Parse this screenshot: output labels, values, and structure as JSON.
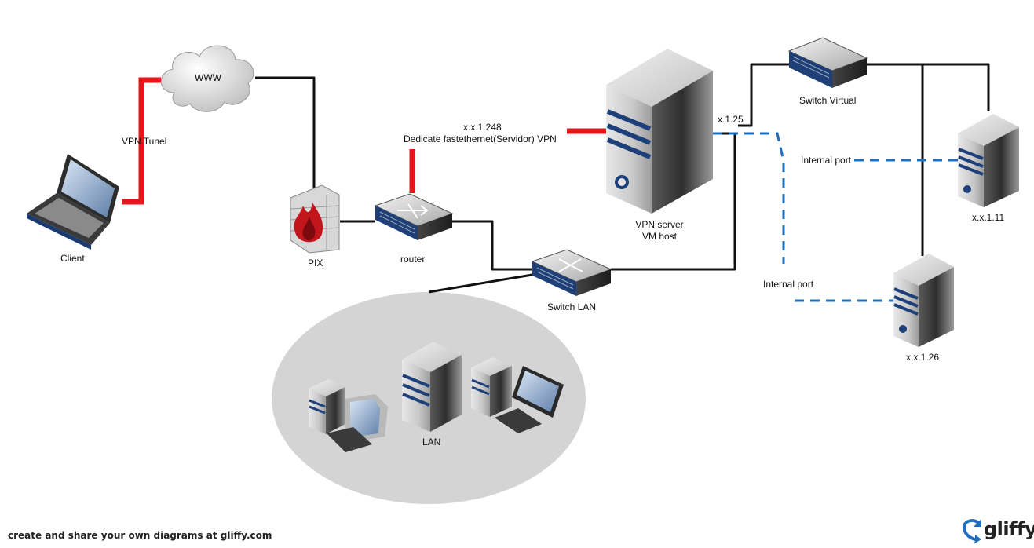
{
  "labels": {
    "www": "WWW",
    "vpn_tunel": "VPN Tunel",
    "client": "Client",
    "pix": "PIX",
    "router": "router",
    "ip_248": "x.x.1.248",
    "dedicate": "Dedicate fastethernet(Servidor)  VPN",
    "vpn_server": "VPN server",
    "vm_host": "VM host",
    "ip_25": "x.1.25",
    "switch_virtual": "Switch Virtual",
    "internal_port_1": "Internal port",
    "internal_port_2": "Internal port",
    "ip_11": "x.x.1.11",
    "ip_26": "x.x.1.26",
    "switch_lan": "Switch LAN",
    "lan": "LAN"
  },
  "footer": {
    "text": "create and share your own diagrams at gliffy.com",
    "brand": "gliffy"
  },
  "colors": {
    "vpn_link": "#e8141b",
    "network_link": "#111111",
    "internal_link": "#1f6fc0",
    "lan_area": "#d4d4d4",
    "server_stripe": "#1d3f7a"
  },
  "icons": [
    "cloud-icon",
    "laptop-icon",
    "firewall-icon",
    "router-icon",
    "server-icon",
    "switch-icon",
    "desktop-icon",
    "monitor-icon",
    "gliffy-logo-icon"
  ]
}
